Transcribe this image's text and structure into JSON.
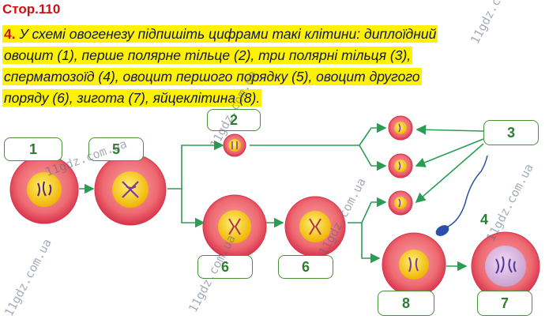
{
  "header": {
    "page_label": "Стор.110"
  },
  "task": {
    "number": "4.",
    "lines": [
      "У схемі овогенезу підпишіть цифрами такі клітини: диплоїдний",
      "овоцит (1), перше полярне тільце (2), три полярні тільця (3),",
      "сперматозоїд (4), овоцит першого порядку (5), овоцит другого",
      "поряду (6), зигота (7), яйцеклітина (8)."
    ]
  },
  "diagram": {
    "labels": {
      "diploid_oocyte": "1",
      "first_polar_body": "2",
      "three_polar_bodies": "3",
      "sperm": "4",
      "primary_oocyte": "5",
      "secondary_oocyte_a": "6",
      "secondary_oocyte_b": "6",
      "zygote": "7",
      "egg_cell": "8"
    },
    "colors": {
      "membrane": "#e8455a",
      "cytoplasm": "#f28080",
      "nucleus": "#f6c61a",
      "arrow": "#2a9d55",
      "label_border": "#4a8f3a"
    }
  },
  "watermark": {
    "text": "11gdz.com.ua"
  }
}
